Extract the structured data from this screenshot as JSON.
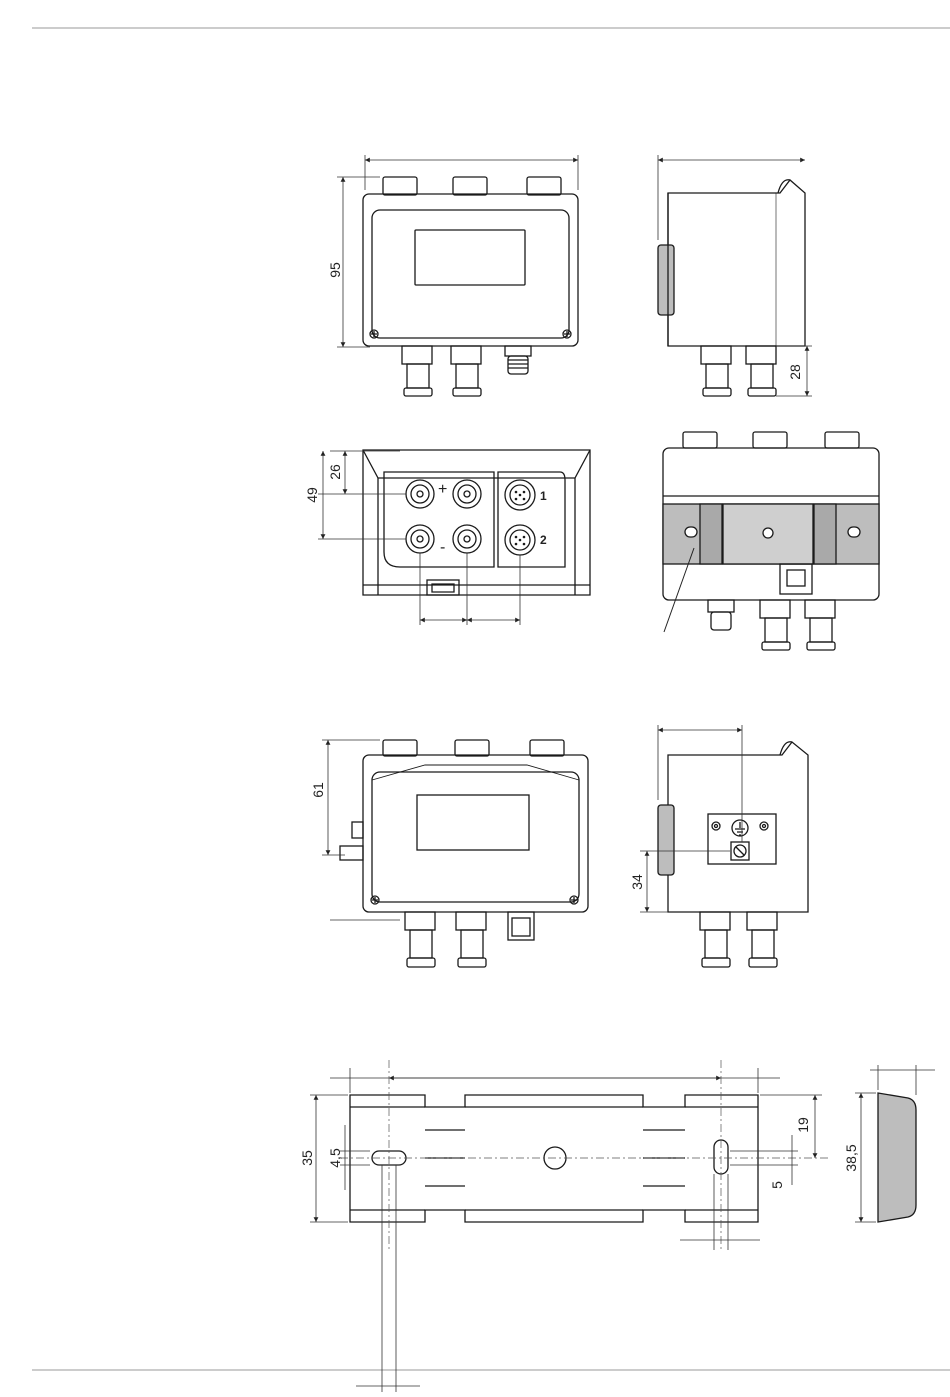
{
  "dimensions": {
    "front_height": "95",
    "side_depth": "28",
    "port_offset_top": "26",
    "port_offset_total": "49",
    "mount_height": "61",
    "mount_side_offset": "34",
    "rail_height": "35",
    "slot_width": "4,5",
    "slot_offset": "19",
    "slot_length": "5",
    "profile_height": "38,5"
  },
  "port_labels": {
    "plus": "+",
    "minus": "-",
    "connector_1": "1",
    "connector_2": "2"
  },
  "colors": {
    "line": "#1a1a1a",
    "rail_fill": "#bdbdbd",
    "window_fill": "#ffffff",
    "thin_line": "#333333"
  }
}
